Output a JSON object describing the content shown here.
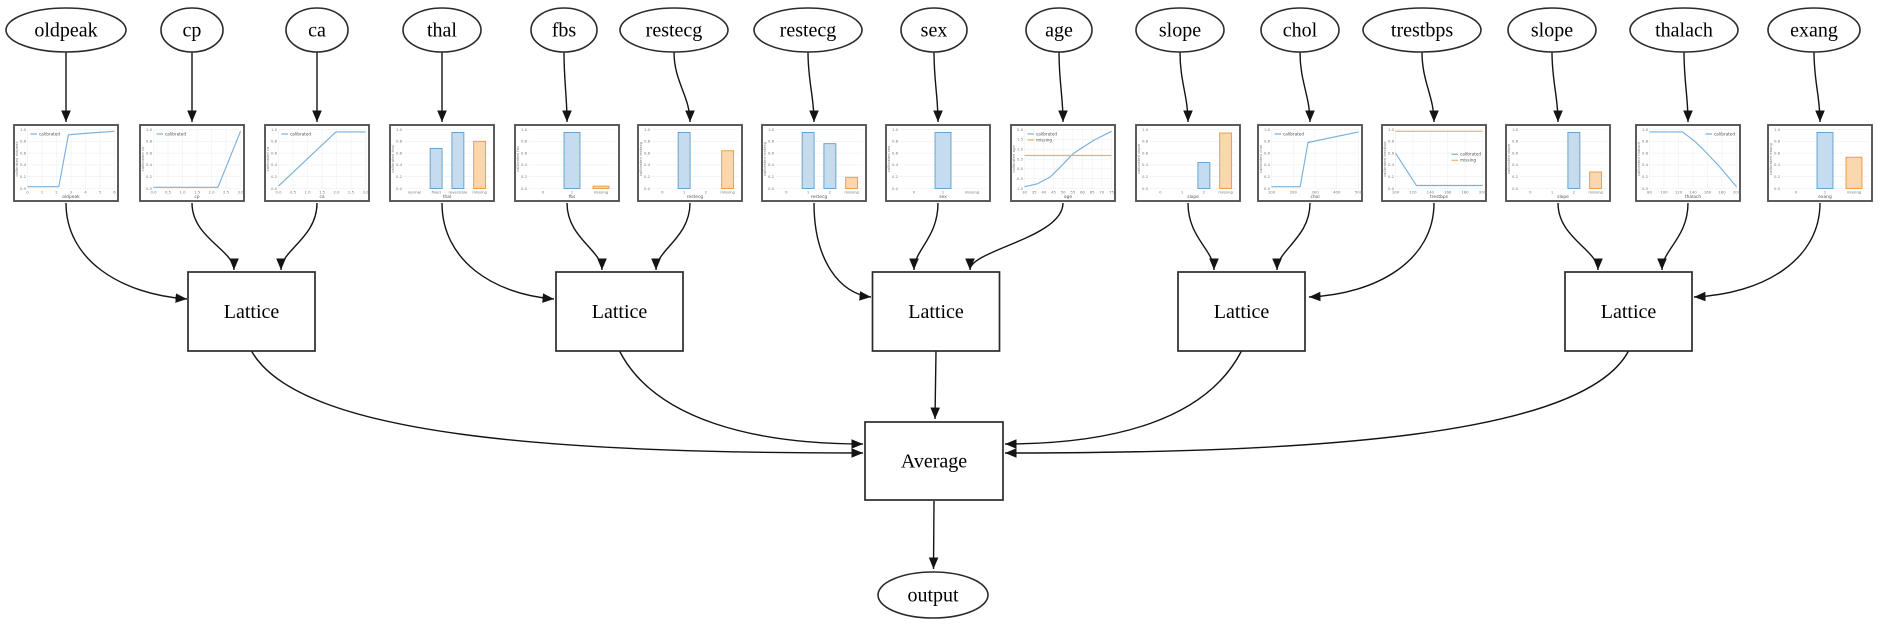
{
  "diagram_title": "calibrated lattice ensemble model graph",
  "colors": {
    "edge": "#141414",
    "node_stroke": "#2b2b2b",
    "chart_frame": "#4a4a4a",
    "grid": "#e9e9e9",
    "tick_text": "#777777",
    "axis_text": "#555555",
    "blue_line": "#79b1dc",
    "orange_line": "#f8ab66",
    "blue_fill": "#c5dcee",
    "blue_stroke": "#5f9cc9",
    "orange_fill": "#fbd7b0",
    "orange_stroke": "#e8973f"
  },
  "nodes": {
    "lattices": [
      {
        "label": "Lattice"
      },
      {
        "label": "Lattice"
      },
      {
        "label": "Lattice"
      },
      {
        "label": "Lattice"
      },
      {
        "label": "Lattice"
      }
    ],
    "average": {
      "label": "Average"
    },
    "output": {
      "label": "output"
    }
  },
  "lattice_inputs": [
    [
      "oldpeak",
      "cp",
      "ca"
    ],
    [
      "thal",
      "fbs",
      "restecg"
    ],
    [
      "restecg",
      "sex",
      "age"
    ],
    [
      "slope",
      "chol",
      "trestbps"
    ],
    [
      "slope",
      "thalach",
      "exang"
    ]
  ],
  "features": [
    {
      "name": "oldpeak",
      "chart": {
        "type": "line",
        "xlabel": "oldpeak",
        "ylabel": "calibrated oldpeak",
        "x_ticks": [
          "0",
          "1",
          "2",
          "3",
          "4",
          "5",
          "6"
        ],
        "y_ticks": [
          "1.0",
          "0.8",
          "0.6",
          "0.4",
          "0.2",
          "0.0"
        ],
        "legend_pos": "top-left",
        "legend": [
          {
            "label": "calibrated",
            "color": "blue"
          }
        ],
        "series": [
          {
            "name": "calibrated",
            "color": "blue",
            "points": [
              [
                0,
                0.03
              ],
              [
                0.36,
                0.03
              ],
              [
                0.47,
                0.91
              ],
              [
                0.72,
                0.94
              ],
              [
                1,
                0.97
              ]
            ]
          }
        ]
      }
    },
    {
      "name": "cp",
      "chart": {
        "type": "line",
        "xlabel": "cp",
        "ylabel": "calibrated cp",
        "x_ticks": [
          "0.0",
          "0.5",
          "1.0",
          "1.5",
          "2.0",
          "2.5",
          "3.0"
        ],
        "y_ticks": [
          "1.0",
          "0.8",
          "0.6",
          "0.4",
          "0.2",
          "0.0"
        ],
        "legend_pos": "top-left",
        "legend": [
          {
            "label": "calibrated",
            "color": "blue"
          }
        ],
        "series": [
          {
            "name": "calibrated",
            "color": "blue",
            "points": [
              [
                0,
                0.02
              ],
              [
                0.74,
                0.02
              ],
              [
                1,
                0.97
              ]
            ]
          }
        ]
      }
    },
    {
      "name": "ca",
      "chart": {
        "type": "line",
        "xlabel": "ca",
        "ylabel": "calibrated ca",
        "x_ticks": [
          "0.0",
          "0.5",
          "1.0",
          "1.5",
          "2.0",
          "2.5",
          "3.0"
        ],
        "y_ticks": [
          "1.0",
          "0.8",
          "0.6",
          "0.4",
          "0.2",
          "0.0"
        ],
        "legend_pos": "top-left",
        "legend": [
          {
            "label": "calibrated",
            "color": "blue"
          }
        ],
        "series": [
          {
            "name": "calibrated",
            "color": "blue",
            "points": [
              [
                0,
                0.04
              ],
              [
                0.66,
                0.96
              ],
              [
                1,
                0.96
              ]
            ]
          }
        ]
      }
    },
    {
      "name": "thal",
      "chart": {
        "type": "bar",
        "xlabel": "thal",
        "ylabel": "calibrated thal",
        "categories": [
          "normal",
          "fixed",
          "reversible",
          "missing"
        ],
        "values": [
          0,
          0.68,
          0.95,
          0.8
        ],
        "bar_colors": [
          "blue",
          "blue",
          "blue",
          "orange"
        ],
        "y_ticks": [
          "1.0",
          "0.8",
          "0.6",
          "0.4",
          "0.2",
          "0.0"
        ]
      }
    },
    {
      "name": "fbs",
      "chart": {
        "type": "bar",
        "xlabel": "fbs",
        "ylabel": "calibrated fbs",
        "categories": [
          "0",
          "1",
          "missing"
        ],
        "values": [
          0,
          0.95,
          0.04
        ],
        "bar_colors": [
          "blue",
          "blue",
          "orange"
        ],
        "y_ticks": [
          "1.0",
          "0.8",
          "0.6",
          "0.4",
          "0.2",
          "0.0"
        ]
      }
    },
    {
      "name": "restecg",
      "chart": {
        "type": "bar",
        "xlabel": "restecg",
        "ylabel": "calibrated restecg",
        "categories": [
          "0",
          "1",
          "2",
          "missing"
        ],
        "values": [
          0,
          0.95,
          0,
          0.64
        ],
        "bar_colors": [
          "blue",
          "blue",
          "blue",
          "orange"
        ],
        "y_ticks": [
          "1.0",
          "0.8",
          "0.6",
          "0.4",
          "0.2",
          "0.0"
        ]
      }
    },
    {
      "name": "restecg",
      "chart": {
        "type": "bar",
        "xlabel": "restecg",
        "ylabel": "calibrated restecg",
        "categories": [
          "0",
          "1",
          "2",
          "missing"
        ],
        "values": [
          0,
          0.95,
          0.76,
          0.19
        ],
        "bar_colors": [
          "blue",
          "blue",
          "blue",
          "orange"
        ],
        "y_ticks": [
          "1.0",
          "0.8",
          "0.6",
          "0.4",
          "0.2",
          "0.0"
        ]
      }
    },
    {
      "name": "sex",
      "chart": {
        "type": "bar",
        "xlabel": "sex",
        "ylabel": "calibrated sex",
        "categories": [
          "0",
          "1",
          "missing"
        ],
        "values": [
          0,
          0.95,
          0
        ],
        "bar_colors": [
          "blue",
          "blue",
          "orange"
        ],
        "y_ticks": [
          "1.0",
          "0.8",
          "0.6",
          "0.4",
          "0.2",
          "0.0"
        ]
      }
    },
    {
      "name": "age",
      "chart": {
        "type": "line",
        "xlabel": "age",
        "ylabel": "calibrated age",
        "x_ticks": [
          "30",
          "35",
          "40",
          "45",
          "50",
          "55",
          "60",
          "65",
          "70",
          "75"
        ],
        "y_ticks": [
          "2.0",
          "1.5",
          "1.0",
          "0.5",
          "0.0",
          "-0.5",
          "-1.0"
        ],
        "legend_pos": "top-left",
        "legend": [
          {
            "label": "calibrated",
            "color": "blue"
          },
          {
            "label": "missing",
            "color": "orange"
          }
        ],
        "series": [
          {
            "name": "calibrated",
            "color": "blue",
            "points": [
              [
                0,
                0.03
              ],
              [
                0.15,
                0.08
              ],
              [
                0.3,
                0.2
              ],
              [
                0.45,
                0.42
              ],
              [
                0.55,
                0.58
              ],
              [
                0.65,
                0.68
              ],
              [
                0.8,
                0.82
              ],
              [
                1,
                0.97
              ]
            ]
          },
          {
            "name": "missing",
            "color": "orange",
            "points": [
              [
                0,
                0.56
              ],
              [
                1,
                0.56
              ]
            ]
          }
        ]
      }
    },
    {
      "name": "slope",
      "chart": {
        "type": "bar",
        "xlabel": "slope",
        "ylabel": "calibrated slope",
        "categories": [
          "0",
          "1",
          "2",
          "missing"
        ],
        "values": [
          0,
          0,
          0.44,
          0.94
        ],
        "bar_colors": [
          "blue",
          "blue",
          "blue",
          "orange"
        ],
        "y_ticks": [
          "1.0",
          "0.8",
          "0.6",
          "0.4",
          "0.2",
          "0.0"
        ]
      }
    },
    {
      "name": "chol",
      "chart": {
        "type": "line",
        "xlabel": "chol",
        "ylabel": "calibrated chol",
        "x_ticks": [
          "100",
          "200",
          "300",
          "400",
          "500"
        ],
        "y_ticks": [
          "1.0",
          "0.8",
          "0.6",
          "0.4",
          "0.2",
          "0.0"
        ],
        "legend_pos": "top-left",
        "legend": [
          {
            "label": "calibrated",
            "color": "blue"
          }
        ],
        "series": [
          {
            "name": "calibrated",
            "color": "blue",
            "points": [
              [
                0,
                0.03
              ],
              [
                0.33,
                0.03
              ],
              [
                0.42,
                0.78
              ],
              [
                1,
                0.96
              ]
            ]
          }
        ]
      }
    },
    {
      "name": "trestbps",
      "chart": {
        "type": "line",
        "xlabel": "trestbps",
        "ylabel": "calibrated trestbps",
        "x_ticks": [
          "100",
          "120",
          "140",
          "160",
          "180",
          "200"
        ],
        "y_ticks": [
          "1.0",
          "0.8",
          "0.6",
          "0.4",
          "0.2",
          "0.0"
        ],
        "legend_pos": "mid-right",
        "legend": [
          {
            "label": "calibrated",
            "color": "blue"
          },
          {
            "label": "missing",
            "color": "orange"
          }
        ],
        "series": [
          {
            "name": "calibrated",
            "color": "blue",
            "points": [
              [
                0,
                0.6
              ],
              [
                0.24,
                0.05
              ],
              [
                1,
                0.05
              ]
            ]
          },
          {
            "name": "missing",
            "color": "orange",
            "points": [
              [
                0,
                0.97
              ],
              [
                1,
                0.97
              ]
            ]
          }
        ]
      }
    },
    {
      "name": "slope",
      "chart": {
        "type": "bar",
        "xlabel": "slope",
        "ylabel": "calibrated slope",
        "categories": [
          "0",
          "1",
          "2",
          "missing"
        ],
        "values": [
          0,
          0,
          0.95,
          0.28
        ],
        "bar_colors": [
          "blue",
          "blue",
          "blue",
          "orange"
        ],
        "y_ticks": [
          "1.0",
          "0.8",
          "0.6",
          "0.4",
          "0.2",
          "0.0"
        ]
      }
    },
    {
      "name": "thalach",
      "chart": {
        "type": "line",
        "xlabel": "thalach",
        "ylabel": "calibrated thalach",
        "x_ticks": [
          "80",
          "100",
          "120",
          "140",
          "160",
          "180",
          "200"
        ],
        "y_ticks": [
          "1.0",
          "0.8",
          "0.6",
          "0.4",
          "0.2",
          "0.0"
        ],
        "legend_pos": "top-right",
        "legend": [
          {
            "label": "calibrated",
            "color": "blue"
          }
        ],
        "series": [
          {
            "name": "calibrated",
            "color": "blue",
            "points": [
              [
                0,
                0.96
              ],
              [
                0.38,
                0.96
              ],
              [
                0.52,
                0.8
              ],
              [
                0.62,
                0.66
              ],
              [
                0.8,
                0.38
              ],
              [
                1,
                0.03
              ]
            ]
          }
        ]
      }
    },
    {
      "name": "exang",
      "chart": {
        "type": "bar",
        "xlabel": "exang",
        "ylabel": "calibrated exang",
        "categories": [
          "0",
          "1",
          "missing"
        ],
        "values": [
          0,
          0.95,
          0.53
        ],
        "bar_colors": [
          "blue",
          "blue",
          "orange"
        ],
        "y_ticks": [
          "1.0",
          "0.8",
          "0.6",
          "0.4",
          "0.2",
          "0.0"
        ]
      }
    }
  ]
}
